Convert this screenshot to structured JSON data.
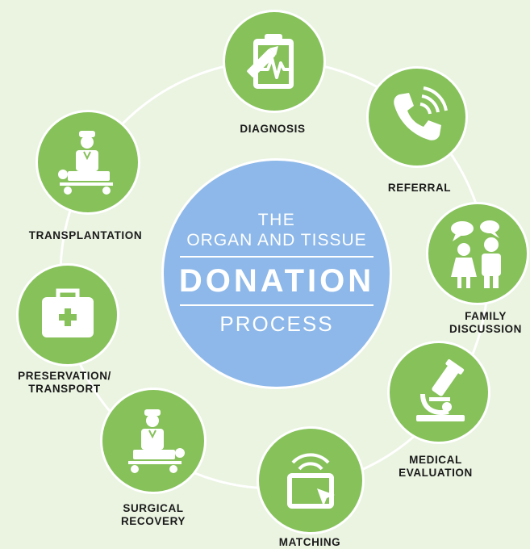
{
  "center": {
    "line1": "THE",
    "line2": "ORGAN AND TISSUE",
    "main": "DONATION",
    "line4": "PROCESS"
  },
  "steps": [
    {
      "label": "DIAGNOSIS",
      "icon": "clipboard-ekg-icon"
    },
    {
      "label": "REFERRAL",
      "icon": "phone-call-icon"
    },
    {
      "label1": "FAMILY",
      "label2": "DISCUSSION",
      "icon": "family-speech-icon"
    },
    {
      "label1": "MEDICAL",
      "label2": "EVALUATION",
      "icon": "microscope-icon"
    },
    {
      "label": "MATCHING",
      "icon": "tablet-wireless-icon"
    },
    {
      "label1": "SURGICAL",
      "label2": "RECOVERY",
      "icon": "surgeon-icon"
    },
    {
      "label1": "PRESERVATION/",
      "label2": "TRANSPORT",
      "icon": "medical-kit-icon"
    },
    {
      "label": "TRANSPLANTATION",
      "icon": "surgeon-icon"
    }
  ],
  "colors": {
    "background": "#eaf4e1",
    "node": "#86c15a",
    "center": "#8db8e9",
    "ring": "#ffffff",
    "label": "#1a1a1a"
  }
}
